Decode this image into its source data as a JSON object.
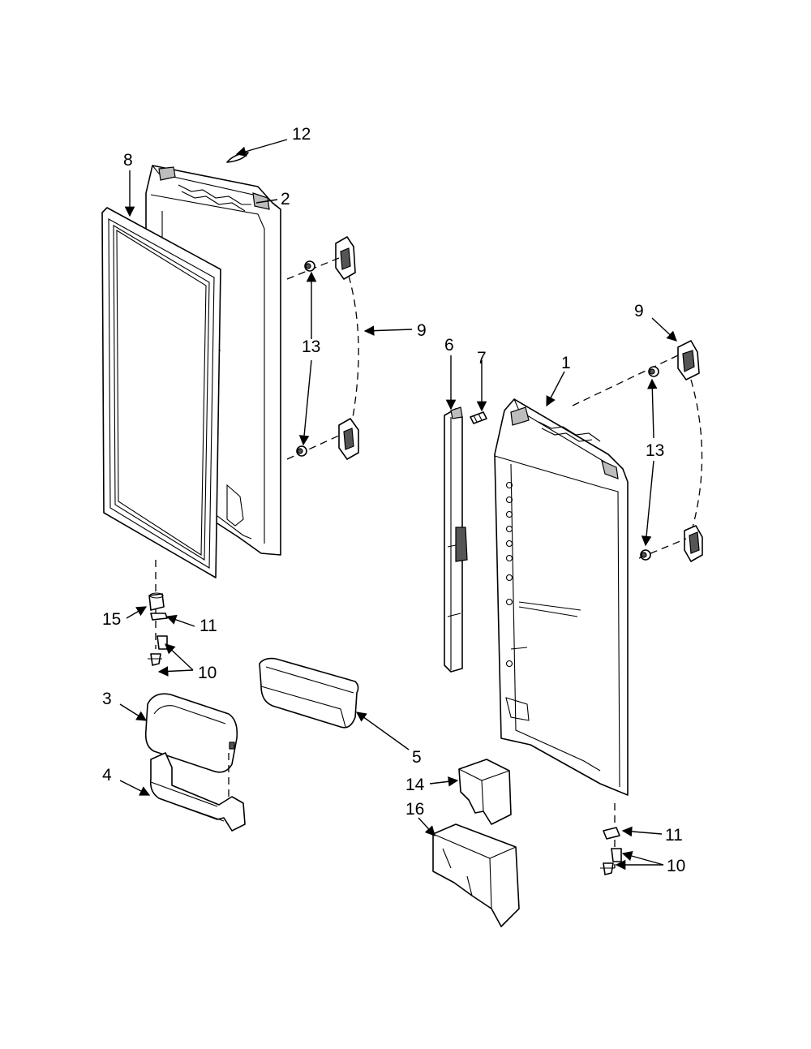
{
  "callouts": {
    "c1": "1",
    "c2": "2",
    "c3": "3",
    "c4": "4",
    "c5": "5",
    "c6": "6",
    "c7": "7",
    "c8": "8",
    "c9_left": "9",
    "c9_right": "9",
    "c10_left": "10",
    "c10_right": "10",
    "c11_left": "11",
    "c11_right": "11",
    "c12": "12",
    "c13_left": "13",
    "c13_right": "13",
    "c14": "14",
    "c15": "15",
    "c16": "16"
  }
}
